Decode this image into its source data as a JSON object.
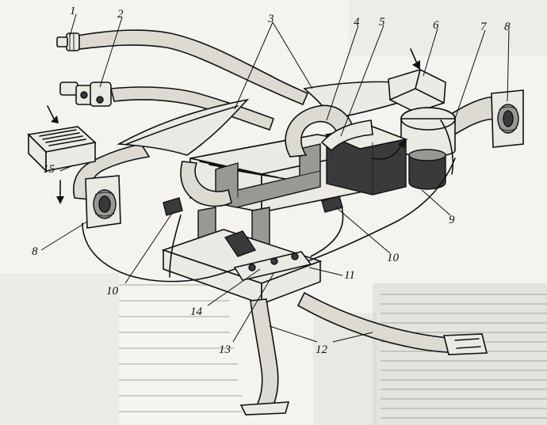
{
  "figure": {
    "labels": [
      {
        "id": "1",
        "text": "1"
      },
      {
        "id": "2",
        "text": "2"
      },
      {
        "id": "3",
        "text": "3"
      },
      {
        "id": "4",
        "text": "4"
      },
      {
        "id": "5",
        "text": "5"
      },
      {
        "id": "6",
        "text": "6"
      },
      {
        "id": "7",
        "text": "7"
      },
      {
        "id": "8a",
        "text": "8"
      },
      {
        "id": "8b",
        "text": "8"
      },
      {
        "id": "9",
        "text": "9"
      },
      {
        "id": "10a",
        "text": "10"
      },
      {
        "id": "10b",
        "text": "10"
      },
      {
        "id": "11",
        "text": "11"
      },
      {
        "id": "12",
        "text": "12"
      },
      {
        "id": "13",
        "text": "13"
      },
      {
        "id": "14",
        "text": "14"
      },
      {
        "id": "15",
        "text": "15"
      }
    ]
  },
  "colors": {
    "ink": "#111111",
    "paper": "#f4f3ef",
    "hose_fill": "#dcdad3"
  }
}
